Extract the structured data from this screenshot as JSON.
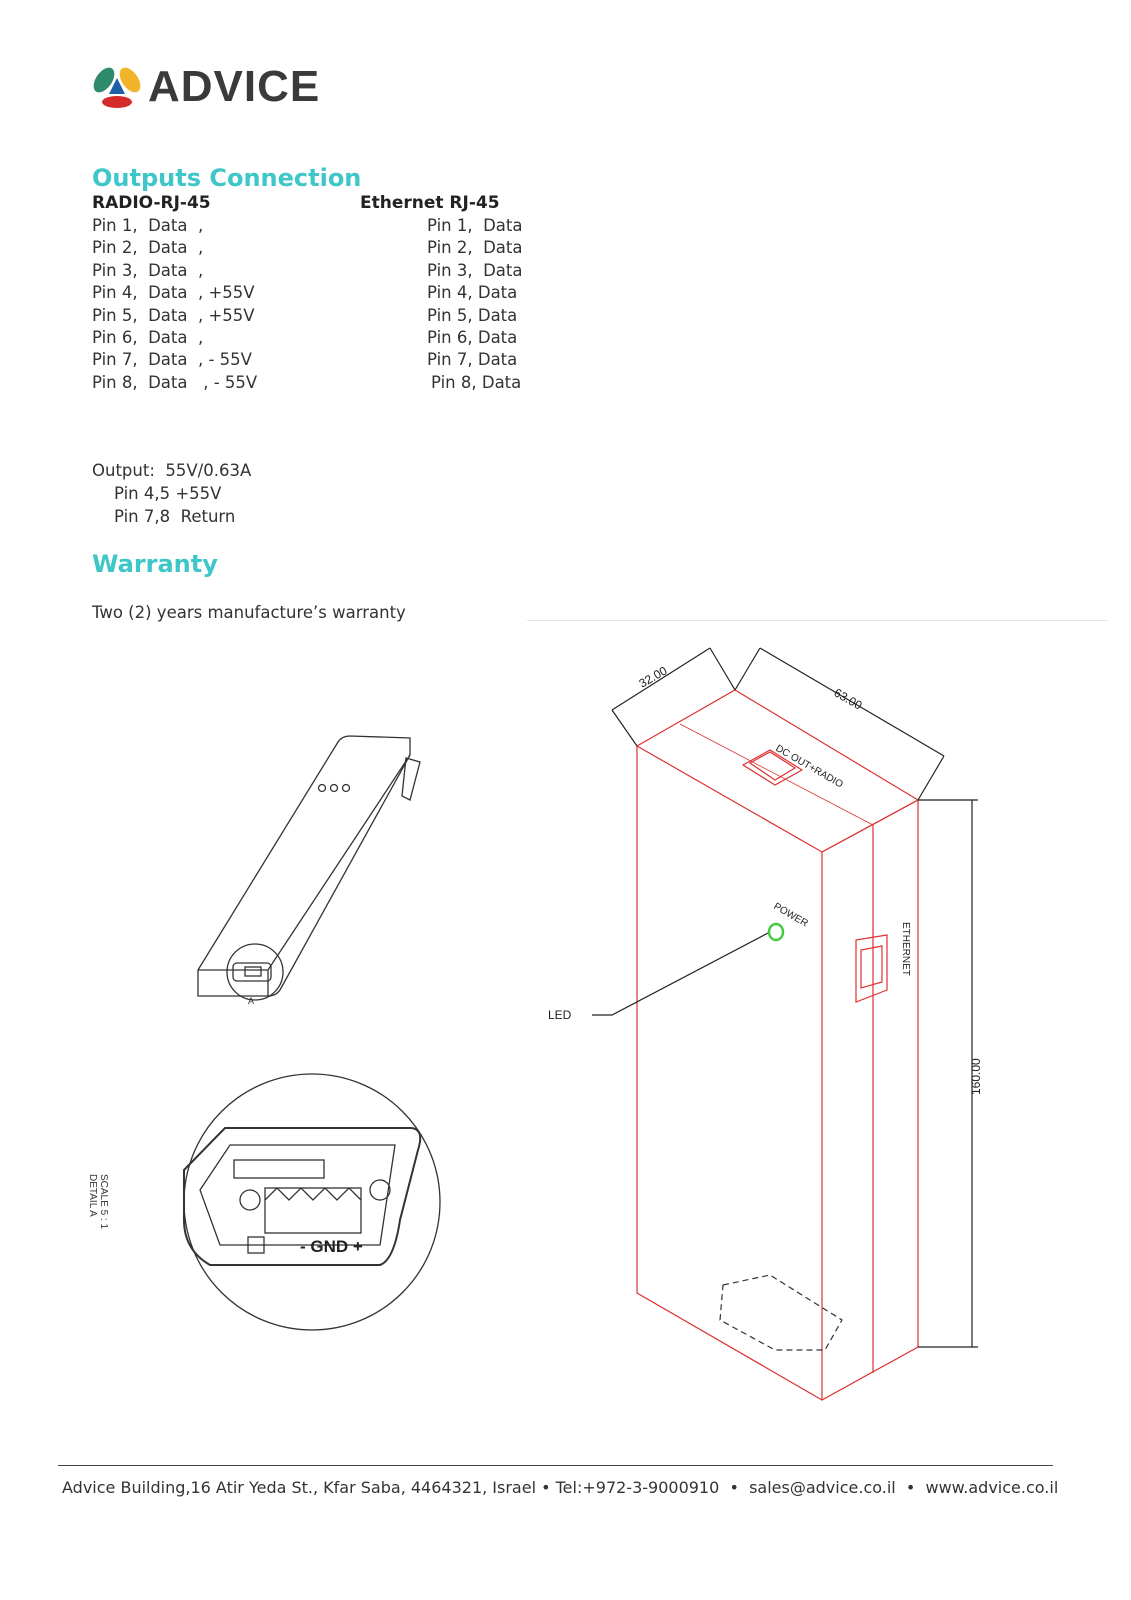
{
  "logo": {
    "text": "ADVICE",
    "colors": {
      "green": "#2e8b6a",
      "yellow": "#f2b52a",
      "blue": "#1e5fa8",
      "red": "#d42a2a"
    }
  },
  "outputs": {
    "title": "Outputs Connection",
    "radio": {
      "heading": "RADIO-RJ-45",
      "pins": [
        "Pin 1,  Data  ,",
        "Pin 2,  Data  ,",
        "Pin 3,  Data  ,",
        "Pin 4,  Data  , +55V",
        "Pin 5,  Data  , +55V",
        "Pin 6,  Data  ,",
        "Pin 7,  Data  , - 55V",
        "Pin 8,  Data   , - 55V"
      ]
    },
    "ethernet": {
      "heading": "Ethernet RJ-45",
      "pins": [
        "Pin 1,  Data",
        "Pin 2,  Data",
        "Pin 3,  Data",
        "Pin 4, Data",
        "Pin 5, Data",
        "Pin 6, Data",
        "Pin 7, Data",
        "Pin 8, Data"
      ]
    }
  },
  "output_spec": {
    "line1": "Output:  55V/0.63A",
    "line2": "Pin 4,5 +55V",
    "line3": "Pin 7,8  Return"
  },
  "warranty": {
    "title": "Warranty",
    "text": "Two (2) years manufacture’s warranty"
  },
  "drawing": {
    "dim_depth": "32.00",
    "dim_width": "63.00",
    "dim_height": "160.00",
    "dc_port": "DC OUT+RADIO",
    "power": "POWER",
    "ethernet": "ETHERNET",
    "led": "LED",
    "terminal": "- GND +",
    "detail": "DETAIL A",
    "scale": "SCALE 5 : 1",
    "detail_marker": "A"
  },
  "footer": {
    "text": "Advice Building,16 Atir Yeda St., Kfar Saba, 4464321, Israel • Tel:+972-3-9000910  •  sales@advice.co.il  •  www.advice.co.il"
  }
}
